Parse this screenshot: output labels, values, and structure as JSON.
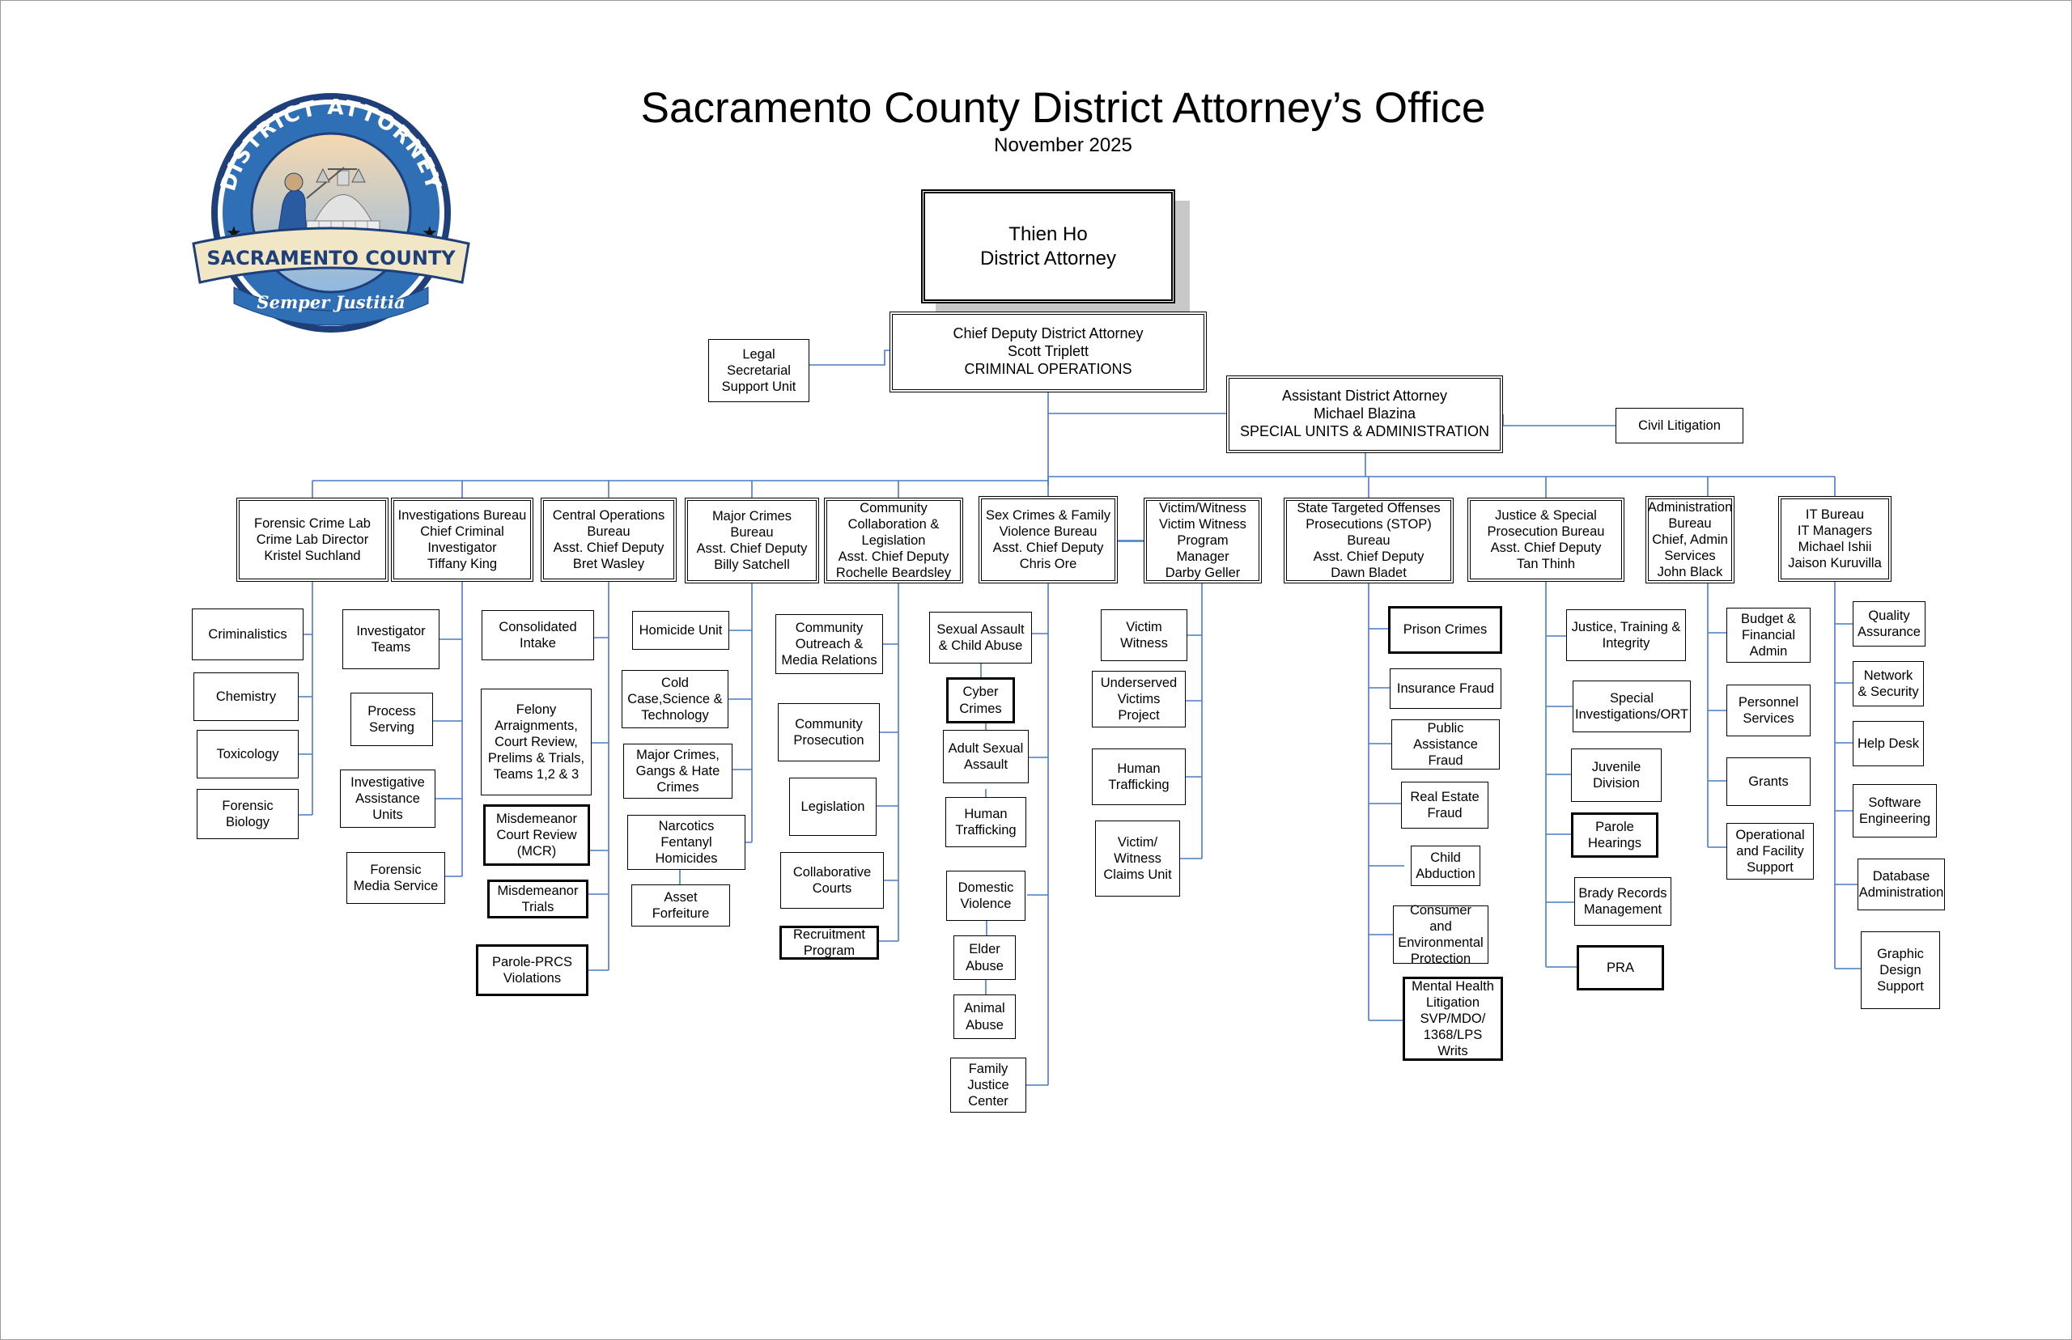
{
  "header": {
    "title": "Sacramento County District Attorney’s Office",
    "date": "November 2025"
  },
  "logo": {
    "arc_text": "DISTRICT ATTORNEY",
    "banner_text": "SACRAMENTO COUNTY",
    "motto": "Semper Justitia"
  },
  "colors": {
    "connector": "#4a7cc4",
    "logo_navy": "#1e3f7a",
    "logo_blue": "#2f6fb5",
    "logo_gold": "#d8c088"
  },
  "nodes": {
    "da": "Thien  Ho\nDistrict Attorney",
    "chief": "Chief Deputy District Attorney\nScott Triplett\nCRIMINAL OPERATIONS",
    "legal": "Legal\nSecretarial\nSupport Unit",
    "asst": "Assistant District Attorney\nMichael Blazina\nSPECIAL UNITS & ADMINISTRATION",
    "civil": "Civil Litigation",
    "forensic": "Forensic Crime Lab\nCrime Lab Director\nKristel Suchland",
    "criminalistics": "Criminalistics",
    "chemistry": "Chemistry",
    "toxicology": "Toxicology",
    "forbio": "Forensic\nBiology",
    "invest": "Investigations Bureau\nChief Criminal\nInvestigator\nTiffany King",
    "invteams": "Investigator\nTeams",
    "process": "Process\nServing",
    "invassist": "Investigative\nAssistance\nUnits",
    "formedia": "Forensic\nMedia Service",
    "central": "Central Operations\nBureau\nAsst. Chief Deputy\nBret Wasley",
    "consol": "Consolidated\nIntake",
    "felony": "Felony\nArraignments,\nCourt Review,\nPrelims & Trials,\nTeams 1,2 & 3",
    "mcr": "Misdemeanor\nCourt Review\n(MCR)",
    "mtrials": "Misdemeanor\nTrials",
    "parole_prcs": "Parole-PRCS\nViolations",
    "major": "Major Crimes\nBureau\nAsst. Chief Deputy\nBilly Satchell",
    "homicide": "Homicide Unit",
    "coldcase": "Cold\nCase,Science &\nTechnology",
    "gangs": "Major Crimes,\nGangs & Hate\nCrimes",
    "narcotics": "Narcotics\nFentanyl\nHomicides",
    "asset": "Asset Forfeiture",
    "community": "Community\nCollaboration &\nLegislation\nAsst. Chief Deputy\nRochelle Beardsley",
    "outreach": "Community\nOutreach &\nMedia Relations",
    "comprosec": "Community\nProsecution",
    "legislation": "Legislation",
    "collab": "Collaborative\nCourts",
    "recruit": "Recruitment\nProgram",
    "sexcrimes": "Sex Crimes & Family\nViolence Bureau\nAsst. Chief Deputy\nChris Ore",
    "sexassault": "Sexual Assault\n& Child Abuse",
    "cyber": "Cyber\nCrimes",
    "adultsex": "Adult Sexual\nAssault",
    "humantraf": "Human\nTrafficking",
    "domestic": "Domestic\nViolence",
    "elder": "Elder\nAbuse",
    "animal": "Animal\nAbuse",
    "familyjustice": "Family\nJustice\nCenter",
    "victim": "Victim/Witness\nVictim Witness\nProgram Manager\nDarby Geller",
    "vwitness": "Victim\nWitness",
    "underserved": "Underserved\nVictims Project",
    "vhuman": "Human\nTrafficking",
    "vclaims": "Victim/\nWitness\nClaims Unit",
    "stop": "State Targeted Offenses\nProsecutions (STOP)\nBureau\nAsst. Chief Deputy\nDawn Bladet",
    "prison": "Prison Crimes",
    "insurance": "Insurance Fraud",
    "publicassist": "Public Assistance\nFraud",
    "realestate": "Real Estate\nFraud",
    "childabd": "Child\nAbduction",
    "consumer": "Consumer and\nEnvironmental\nProtection",
    "mental": "Mental Health\nLitigation\nSVP/MDO/\n1368/LPS\nWrits",
    "justice": "Justice & Special\nProsecution Bureau\nAsst. Chief Deputy\nTan Thinh",
    "training": "Justice, Training &\nIntegrity",
    "special": "Special\nInvestigations/ORT",
    "juvenile": "Juvenile\nDivision",
    "parolehear": "Parole\nHearings",
    "brady": "Brady Records\nManagement",
    "pra": "PRA",
    "admin": "Administration\nBureau\nChief, Admin\nServices\nJohn Black",
    "budget": "Budget &\nFinancial\nAdmin",
    "personnel": "Personnel\nServices",
    "grants": "Grants",
    "operational": "Operational\nand Facility\nSupport",
    "it": "IT Bureau\nIT Managers\nMichael Ishii\nJaison Kuruvilla",
    "quality": "Quality\nAssurance",
    "network": "Network\n& Security",
    "helpdesk": "Help Desk",
    "software": "Software\nEngineering",
    "database": "Database\nAdministration",
    "graphic": "Graphic\nDesign\nSupport"
  }
}
